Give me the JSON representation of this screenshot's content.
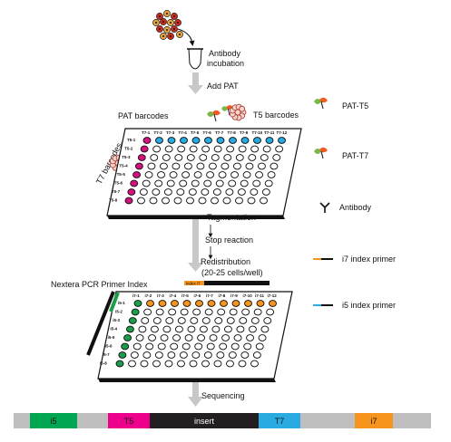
{
  "steps": {
    "antibody_incubation_1": "Antibody",
    "antibody_incubation_2": "incubation",
    "add_pat": "Add PAT",
    "pat_barcodes": "PAT barcodes",
    "t5_barcodes": "T5 barcodes",
    "t7_barcodes": "T7 barcodes",
    "tagmentation": "Tagmentation",
    "stop_reaction": "Stop reaction",
    "redistribution_1": "Redistribution",
    "redistribution_2": "(20-25 cells/well)",
    "nextera": "Nextera PCR Primer Index",
    "index_i7": "index i7",
    "sequencing": "Sequencing"
  },
  "plate1": {
    "cols": [
      "T7-1",
      "T7-2",
      "T7-3",
      "T7-4",
      "T7-5",
      "T7-6",
      "T7-7",
      "T7-8",
      "T7-9",
      "T7-10",
      "T7-11",
      "T7-12"
    ],
    "rows": [
      "T5-1",
      "T5-2",
      "T5-3",
      "T5-4",
      "T5-5",
      "T5-6",
      "T5-7",
      "T5-8"
    ],
    "top_color": "#27a9e1",
    "left_color": "#d6117e"
  },
  "plate2": {
    "cols": [
      "i7-1",
      "i7-2",
      "i7-3",
      "i7-4",
      "i7-5",
      "i7-6",
      "i7-7",
      "i7-8",
      "i7-9",
      "i7-10",
      "i7-11",
      "i7-12"
    ],
    "rows": [
      "i5-1",
      "i5-2",
      "i5-3",
      "i5-4",
      "i5-5",
      "i5-6",
      "i5-7",
      "i5-8"
    ],
    "top_color": "#f7941d",
    "left_color": "#1a9e4a"
  },
  "legend": {
    "pat_t5": "PAT-T5",
    "pat_t7": "PAT-T7",
    "antibody": "Antibody",
    "i7_primer": "i7 index primer",
    "i5_primer": "i5 index primer"
  },
  "sequence_bar": [
    {
      "label": "",
      "color": "#bfbfbf"
    },
    {
      "label": "i5",
      "color": "#00a651"
    },
    {
      "label": "",
      "color": "#bfbfbf"
    },
    {
      "label": "T5",
      "color": "#ec008c"
    },
    {
      "label": "insert",
      "color": "#231f20"
    },
    {
      "label": "T7",
      "color": "#29abe2"
    },
    {
      "label": "",
      "color": "#bfbfbf"
    },
    {
      "label": "i7",
      "color": "#f7941d"
    },
    {
      "label": "",
      "color": "#bfbfbf"
    }
  ],
  "colors": {
    "arrow": "#c8c8c8",
    "cell_red": "#cc2b1d",
    "cell_orange": "#e8a33c",
    "t5_green": "#7ab648",
    "t5_orange": "#f15a24"
  }
}
